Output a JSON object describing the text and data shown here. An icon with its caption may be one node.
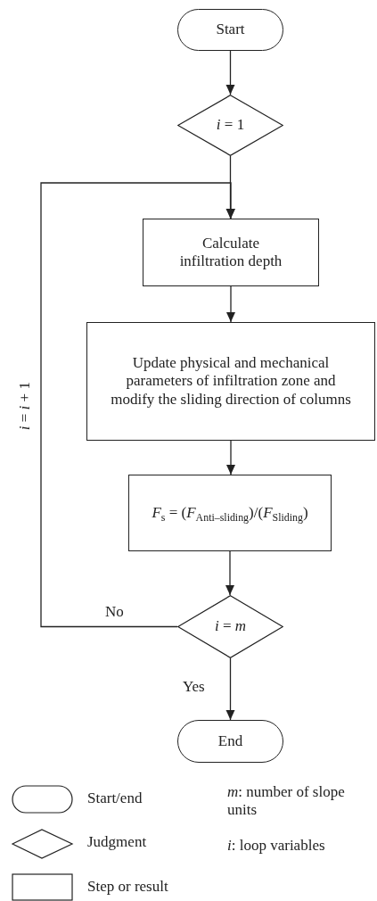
{
  "diagram": {
    "nodes": [
      {
        "text": [
          "Start"
        ]
      },
      {
        "text": [
          "*i* = 1"
        ]
      },
      {
        "text": [
          "Calculate infiltration depth"
        ]
      },
      {
        "text": [
          "Update physical and mechanical parameters of infiltration zone and modify the sliding direction of columns"
        ]
      },
      {
        "text": [
          "*F*$_{s}$ = (*F*$_{Anti–sliding}$)/(*F*$_{Sliding}$)"
        ]
      },
      {
        "text": [
          "*i* = *m*"
        ]
      },
      {
        "text": [
          "End"
        ]
      }
    ],
    "edges": [
      {
        "from": 0,
        "to": 1,
        "arrow": "to"
      },
      {
        "from": 1,
        "to": 2,
        "arrow": "to"
      },
      {
        "from": 2,
        "to": 3,
        "arrow": "to"
      },
      {
        "from": 3,
        "to": 4,
        "arrow": "to"
      },
      {
        "from": 4,
        "to": 5,
        "arrow": "to"
      },
      {
        "from": 5,
        "to": 2,
        "arrow": "to",
        "label": "No"
      },
      {
        "from": 5,
        "to": 6,
        "arrow": "to",
        "label": "Yes"
      }
    ],
    "labels": [
      "*i* = *i* + 1",
      "*m*: number of slope units",
      "*i*: loop variables"
    ],
    "legend": [
      {
        "text": "Start/end"
      },
      {
        "text": "Judgment"
      },
      {
        "text": "Step or result"
      }
    ]
  }
}
